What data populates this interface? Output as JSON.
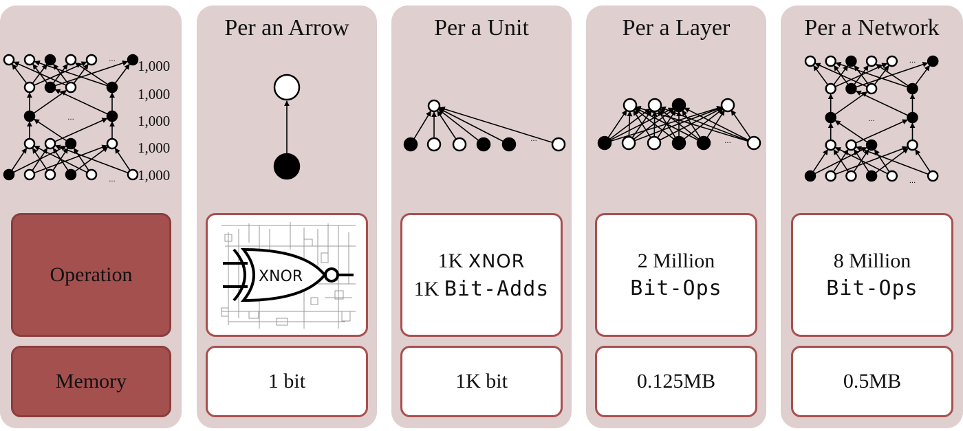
{
  "columns": [
    {
      "title": ""
    },
    {
      "title": "Per an Arrow"
    },
    {
      "title": "Per a Unit"
    },
    {
      "title": "Per a Layer"
    },
    {
      "title": "Per a Network"
    }
  ],
  "row_labels": {
    "operation": "Operation",
    "memory": "Memory"
  },
  "layer_counts": [
    "1,000",
    "1,000",
    "1,000",
    "1,000",
    "1,000"
  ],
  "ellipsis": "...",
  "operation": {
    "arrow": "XNOR",
    "unit": {
      "line1_prefix": "1K ",
      "line1_term": "XNOR",
      "line2_prefix": "1K ",
      "line2_term": "Bit-Adds"
    },
    "layer": {
      "line1": "2 Million",
      "line2": "Bit-Ops"
    },
    "network": {
      "line1": "8 Million",
      "line2": "Bit-Ops"
    }
  },
  "memory": {
    "arrow": "1 bit",
    "unit": "1K bit",
    "layer": "0.125MB",
    "network": "0.5MB"
  },
  "colors": {
    "panel": "#dfcfcf",
    "dark_box": "#a4504f",
    "border": "#a8504f"
  }
}
